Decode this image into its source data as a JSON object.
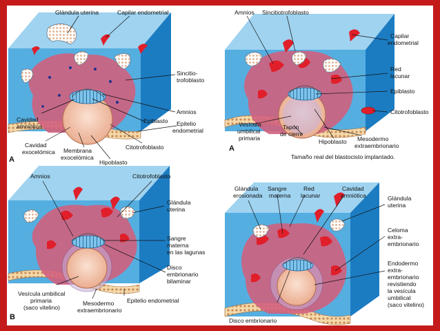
{
  "panels": {
    "top_left": {
      "letter": "A",
      "labels": {
        "glandula_uterina": "Glándula uterina",
        "capilar_endometrial": "Capilar endometrial",
        "sincitio": [
          "Sincitio-",
          "trofoblasto"
        ],
        "amnios": "Amnios",
        "cavidad_amniotica": [
          "Cavidad",
          "amniótica"
        ],
        "epiblasto": "Epiblasto",
        "epitelio_endometrial": [
          "Epitelio",
          "endometrial"
        ],
        "cavidad_exocelomica": [
          "Cavidad",
          "exocelómica"
        ],
        "membrana_exocelomica": [
          "Membrana",
          "exocelómica"
        ],
        "citotrofoblasto": "Citotrofoblasto",
        "hipoblasto": "Hipoblasto"
      }
    },
    "top_right": {
      "letter": "A",
      "caption": "Tamaño real del blastocisto implantado.",
      "labels": {
        "amnios": "Amnios",
        "sincitiotrofoblasto": "Sincitiotrofoblasto",
        "capilar_endometrial": [
          "Capilar",
          "endometrial"
        ],
        "red_lacunar": [
          "Red",
          "lacunar"
        ],
        "epiblasto": "Epiblasto",
        "citotrofoblasto": "Citotrofoblasto",
        "vesicula_umbilical_primaria": [
          "Vesícula",
          "umbilical",
          "primaria"
        ],
        "tapon_de_cierre": [
          "Tapón",
          "de cierre"
        ],
        "hipoblasto": "Hipoblasto",
        "mesodermo_extraembrionario": [
          "Mesodermo",
          "extraembrionario"
        ]
      }
    },
    "bottom_left": {
      "letter": "B",
      "labels": {
        "amnios": "Amnios",
        "citotrofoblasto": "Citotrofoblasto",
        "glandula_uterina": [
          "Glándula",
          "uterina"
        ],
        "sangre_materna": [
          "Sangre",
          "materna",
          "en las lagunas"
        ],
        "disco_embrionario_bilaminar": [
          "Disco",
          "embrionario",
          "bilaminar"
        ],
        "vesicula_umbilical_primaria": [
          "Vesícula umbilical",
          "primaria",
          "(saco vitelino)"
        ],
        "mesodermo_extraembrionario": [
          "Mesodermo",
          "extraembrionario"
        ],
        "epitelio_endometrial": "Epitelio endometrial"
      }
    },
    "bottom_right": {
      "labels": {
        "glandula_erosionada": [
          "Glándula",
          "erosionada"
        ],
        "sangre_materna": [
          "Sangre",
          "materna"
        ],
        "red_lacunar": [
          "Red",
          "lacunar"
        ],
        "cavidad_amniotica": [
          "Cavidad",
          "amniótica"
        ],
        "glandula_uterina": [
          "Glándula",
          "uterina"
        ],
        "celoma_extraembrionario": [
          "Celoma",
          "extra-",
          "embrionario"
        ],
        "endodermo_extraembrionario": [
          "Endodermo",
          "extra-",
          "embrionario",
          "revistiendo",
          "la vesícula",
          "umbilical",
          "(saco vitelino)"
        ],
        "disco_embrionario": "Disco embrionario"
      }
    }
  },
  "colors": {
    "frame": "#c41a1a",
    "endometrium": "#5fb4e0",
    "endometrium_side": "#1e7fc4",
    "trophoblast": "#d0607e",
    "yolk_sac": "#f3c4b0",
    "blood": "#e01f2a"
  }
}
